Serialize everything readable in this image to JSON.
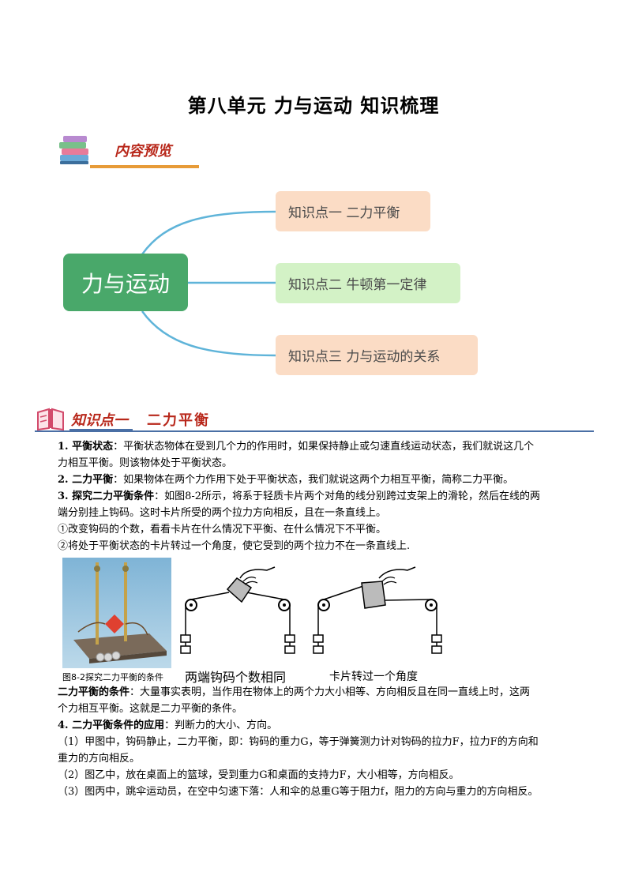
{
  "title": "第八单元 力与运动 知识梳理",
  "preview": {
    "label": "内容预览"
  },
  "mindmap": {
    "center": "力与运动",
    "nodes": [
      "知识点一 二力平衡",
      "知识点二 牛顿第一定律",
      "知识点三 力与运动的关系"
    ]
  },
  "section1": {
    "label_a": "知识点一",
    "label_b": "二力平衡",
    "p1_num": "1. ",
    "p1_term": "平衡状态",
    "p1_text": "：平衡状态物体在受到几个力的作用时，如果保持静止或匀速直线运动状态，我们就说这几个",
    "p1_text2": "力相互平衡。则该物体处于平衡状态。",
    "p2_num": "2. ",
    "p2_term": "二力平衡",
    "p2_text": "：如果物体在两个力作用下处于平衡状态，我们就说这两个力相互平衡，简称二力平衡。",
    "p3_num": "3. ",
    "p3_term": "探究二力平衡条件",
    "p3_text": "：如图8-2所示，将系于轻质卡片两个对角的线分别跨过支架上的滑轮，然后在线的两",
    "p3_text2": "端分别挂上钩码。这时卡片所受的两个拉力方向相反，且在一条直线上。",
    "p3_item1": "①改变钩码的个数，看看卡片在什么情况下平衡、在什么情况下不平衡。",
    "p3_item2": "②将处于平衡状态的卡片转过一个角度，使它受到的两个拉力不在一条直线上.",
    "fig_caption": "图8-2探究二力平衡的条件",
    "fig_label_left": "两端钩码个数相同",
    "fig_label_right": "卡片转过一个角度",
    "cond_term": "二力平衡的条件",
    "cond_text": "：大量事实表明，当作用在物体上的两个力大小相等、方向相反且在同一直线上时，这两",
    "cond_text2": "个力相互平衡。这就是二力平衡的条件。",
    "p4_num": "4. ",
    "p4_term": "二力平衡条件的应用",
    "p4_text": "：判断力的大小、方向。",
    "a1": "（1）甲图中，钩码静止，二力平衡，即：钩码的重力G，等于弹簧测力计对钩码的拉力F，拉力F的方向和",
    "a1b": "重力的方向相反。",
    "a2": "（2）图乙中，放在桌面上的篮球，受到重力G和桌面的支持力F，大小相等，方向相反。",
    "a3": "（3）图丙中，跳伞运动员，在空中匀速下落：人和伞的总重G等于阻力f，阻力的方向与重力的方向相反。"
  }
}
